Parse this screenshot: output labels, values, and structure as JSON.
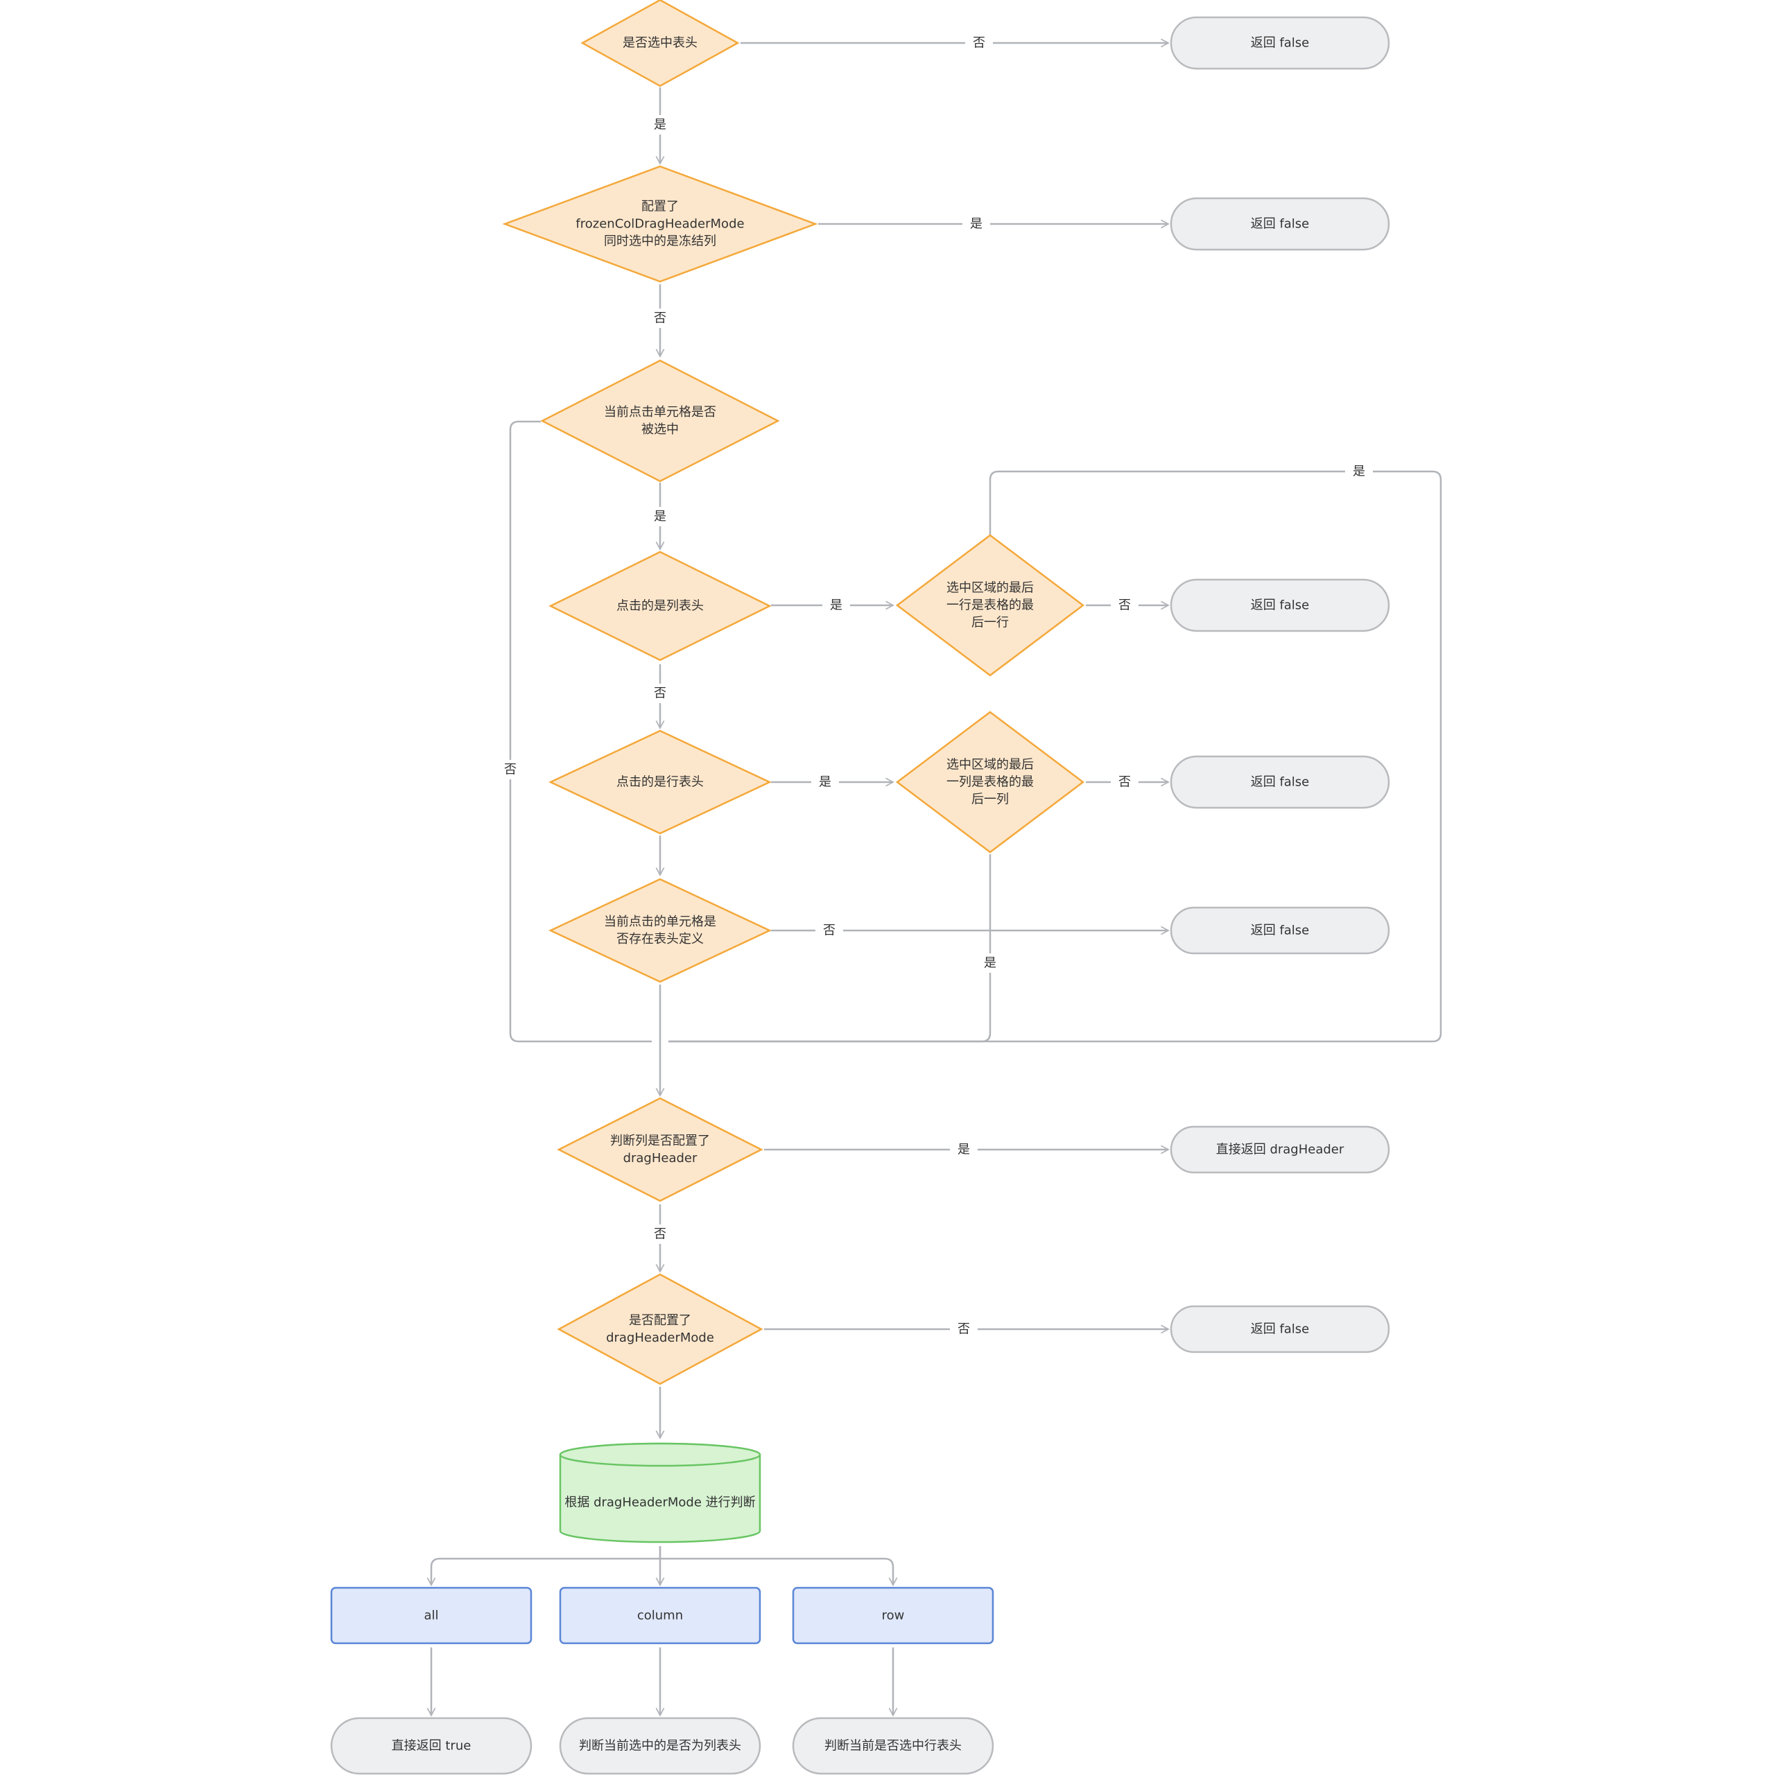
{
  "flowchart": {
    "decisions": {
      "d1": [
        "是否选中表头"
      ],
      "d2": [
        "配置了",
        "frozenColDragHeaderMode",
        "同时选中的是冻结列"
      ],
      "d3": [
        "当前点击单元格是否",
        "被选中"
      ],
      "d4": [
        "点击的是列表头"
      ],
      "d5": [
        "选中区域的最后",
        "一行是表格的最",
        "后一行"
      ],
      "d6": [
        "点击的是行表头"
      ],
      "d7": [
        "选中区域的最后",
        "一列是表格的最",
        "后一列"
      ],
      "d8": [
        "当前点击的单元格是",
        "否存在表头定义"
      ],
      "d9": [
        "判断列是否配置了",
        "dragHeader"
      ],
      "d10": [
        "是否配置了",
        "dragHeaderMode"
      ]
    },
    "terminals": {
      "t1": "返回 false",
      "t2": "返回 false",
      "t3": "返回 false",
      "t4": "返回 false",
      "t5": "返回 false",
      "t6": "直接返回 dragHeader",
      "t7": "返回 false",
      "t8": "直接返回 true",
      "t9": "判断当前选中的是否为列表头",
      "t10": "判断当前是否选中行表头"
    },
    "database": "根据 dragHeaderMode 进行判断",
    "processes": {
      "p1": "all",
      "p2": "column",
      "p3": "row"
    },
    "edge_labels": {
      "e_d1_t1": "否",
      "e_d1_d2": "是",
      "e_d2_t2": "是",
      "e_d2_d3": "否",
      "e_d3_d4": "是",
      "e_d3_merge": "否",
      "e_d4_d5": "是",
      "e_d4_d6": "否",
      "e_d5_t3": "否",
      "e_d5_loop": "是",
      "e_d6_d7": "是",
      "e_d7_t4": "否",
      "e_d7_merge": "是",
      "e_d8_t5": "否",
      "e_d9_t6": "是",
      "e_d9_d10": "否",
      "e_d10_t7": "否"
    }
  }
}
